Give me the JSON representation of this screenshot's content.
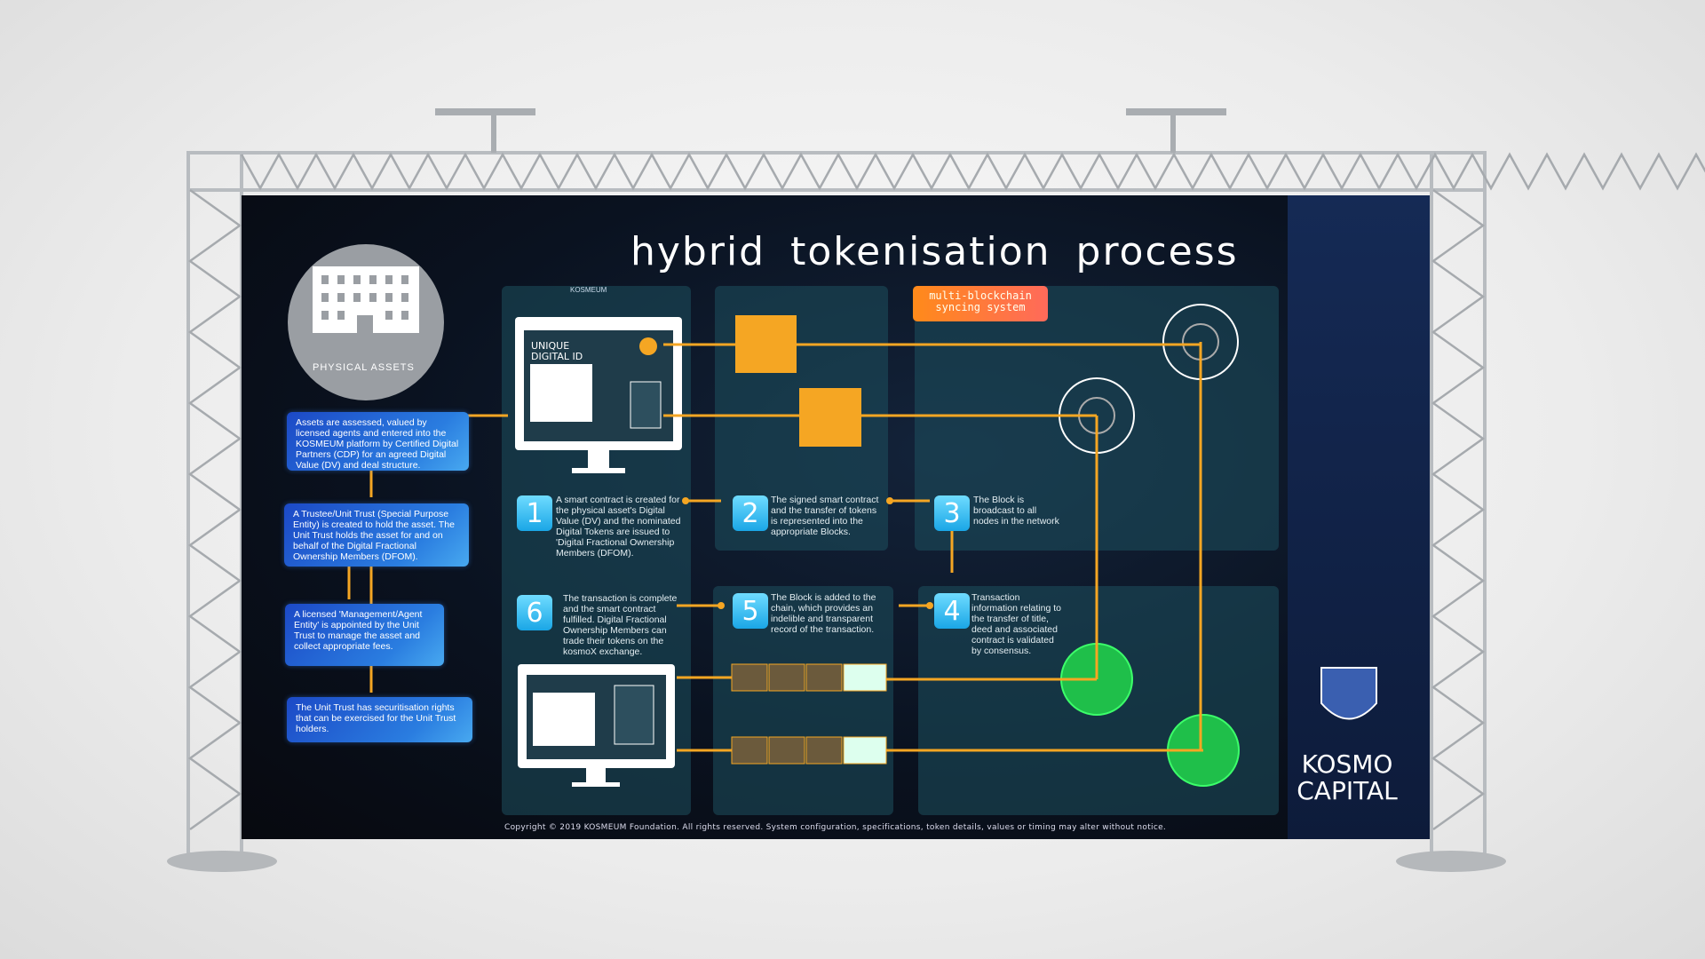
{
  "title": "hybrid tokenisation process",
  "physical_assets": "PHYSICAL ASSETS",
  "left_steps": [
    "Assets are assessed, valued by licensed agents and entered into the KOSMEUM platform by Certified Digital Partners (CDP) for an agreed Digital Value (DV) and deal structure.",
    "A Trustee/Unit Trust (Special Purpose Entity) is created to hold the asset. The Unit Trust holds the asset for and on behalf of the Digital Fractional Ownership Members (DFOM).",
    "A licensed 'Management/Agent Entity' is appointed by the Unit Trust to manage the asset and collect appropriate fees.",
    "The Unit Trust has securitisation rights that can be exercised for the Unit Trust holders."
  ],
  "monitor_label": "UNIQUE DIGITAL ID",
  "kosmeum_logo": "KOSMEUM",
  "multi_blockchain": "multi-blockchain syncing system",
  "steps": [
    {
      "n": "1",
      "text": "A smart contract is created for the physical asset's Digital Value (DV) and the nominated Digital Tokens are issued to 'Digital Fractional Ownership Members (DFOM)."
    },
    {
      "n": "2",
      "text": "The signed smart contract and the transfer of tokens is represented into the appropriate Blocks."
    },
    {
      "n": "3",
      "text": "The Block is broadcast to all nodes in the network"
    },
    {
      "n": "4",
      "text": "Transaction information relating to the transfer of title, deed and associated contract is validated by consensus."
    },
    {
      "n": "5",
      "text": "The Block is added to the chain, which provides an indelible and transparent record of the transaction."
    },
    {
      "n": "6",
      "text": "The transaction is complete and the smart contract fulfilled. Digital Fractional Ownership Members can trade their tokens on the kosmoX exchange."
    }
  ],
  "brand": {
    "line1": "KOSMO",
    "line2": "CAPITAL"
  },
  "copyright": "Copyright © 2019 KOSMEUM Foundation. All rights reserved. System configuration, specifications, token details, values or timing may alter without notice.",
  "colors": {
    "orange": "#f5a623",
    "step_blue": "#1aa6e6",
    "panel": "#1e505f",
    "green": "#3cff6a"
  }
}
